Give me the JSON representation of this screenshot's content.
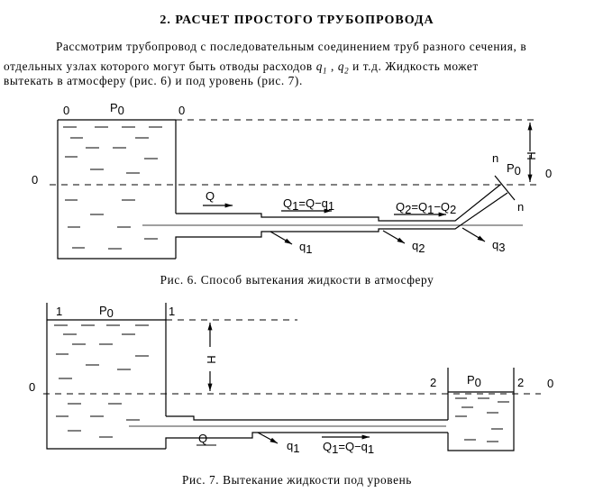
{
  "heading": "2. РАСЧЕТ ПРОСТОГО ТРУБОПРОВОДА",
  "paragraph": {
    "line1": "Рассмотрим трубопровод с последовательным соединением труб разного сечения, в",
    "line2_a": "отдельных узлах которого могут быть отводы расходов ",
    "q1": "q",
    "q1_sub": "1",
    "sep": " , ",
    "q2": "q",
    "q2_sub": "2",
    "line2_b": " и т.д. Жидкость может",
    "line3": "вытекать в атмосферу (рис. 6) и под уровень (рис. 7)."
  },
  "fig6": {
    "caption": "Рис. 6. Способ вытекания жидкости в атмосферу",
    "zero_left": "0",
    "zero_tank_left": "0",
    "zero_tank_right": "0",
    "zero_right": "0",
    "p": "P",
    "p_sub": "0",
    "p_out": "P",
    "p_out_sub": "0",
    "h": "H",
    "n_top": "n",
    "n_bottom": "n",
    "q_main": "Q",
    "q1_flow": "Q",
    "q1_flow_sub": "1",
    "q1_flow_rest": "=Q−q",
    "q1_flow_rest_sub": "1",
    "q2_flow": "Q",
    "q2_flow_sub": "2",
    "q2_flow_rest": "=Q",
    "q2_flow_rest_sub": "1",
    "q2_flow_tail": "−Q",
    "q2_flow_tail_sub": "2",
    "branch1": "q",
    "branch1_sub": "1",
    "branch2": "q",
    "branch2_sub": "2",
    "branch3": "q",
    "branch3_sub": "3"
  },
  "fig7": {
    "caption": "Рис. 7. Вытекание жидкости под уровень",
    "one_left": "1",
    "one_right": "1",
    "p": "P",
    "p_sub": "0",
    "p2": "P",
    "p2_sub": "0",
    "h": "H",
    "zero_left": "0",
    "zero_right": "0",
    "two_left": "2",
    "two_right": "2",
    "q_main": "Q",
    "branch1": "q",
    "branch1_sub": "1",
    "q1_flow": "Q",
    "q1_flow_sub": "1",
    "q1_flow_rest": "=Q−q",
    "q1_flow_rest_sub": "1"
  }
}
